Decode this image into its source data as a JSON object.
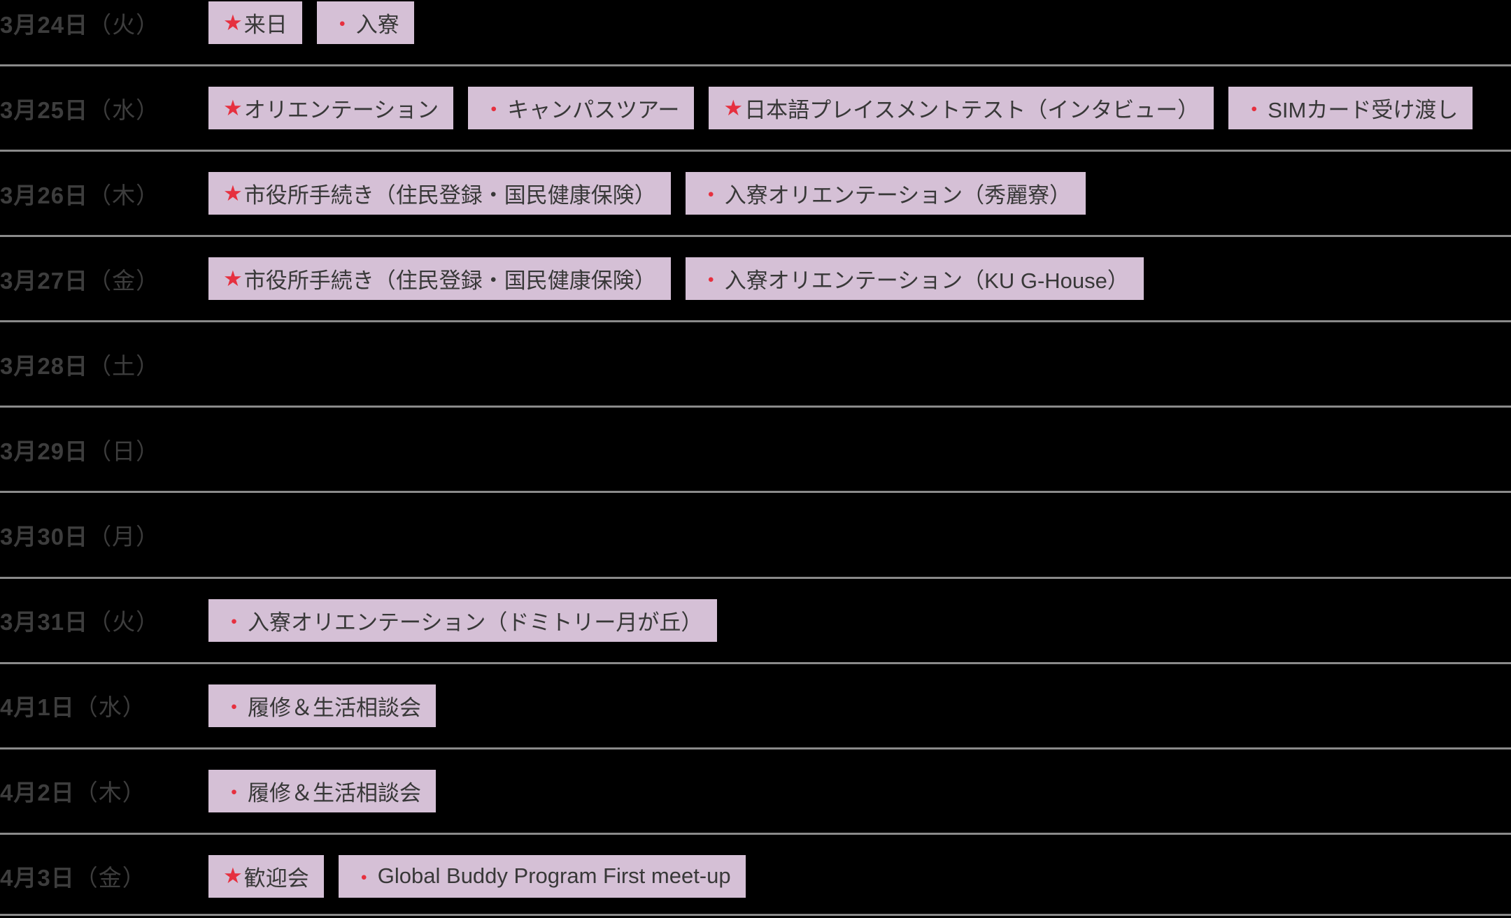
{
  "colors": {
    "background": "#000000",
    "badge_bg": "#d5c0d6",
    "marker_red": "#e6303f",
    "date_text": "#3d3d3d",
    "badge_text": "#383838",
    "divider": "#8a8a8a"
  },
  "rows": [
    {
      "date_day": "3月24日",
      "date_week": "（火）",
      "events": [
        {
          "marker": "★",
          "type": "star",
          "label": "来日"
        },
        {
          "marker": "・",
          "type": "dot",
          "label": "入寮"
        }
      ]
    },
    {
      "date_day": "3月25日",
      "date_week": "（水）",
      "events": [
        {
          "marker": "★",
          "type": "star",
          "label": "オリエンテーション"
        },
        {
          "marker": "・",
          "type": "dot",
          "label": "キャンパスツアー"
        },
        {
          "marker": "★",
          "type": "star",
          "label": "日本語プレイスメントテスト（インタビュー）"
        },
        {
          "marker": "・",
          "type": "dot",
          "label": "SIMカード受け渡し"
        }
      ]
    },
    {
      "date_day": "3月26日",
      "date_week": "（木）",
      "events": [
        {
          "marker": "★",
          "type": "star",
          "label": "市役所手続き（住民登録・国民健康保険）"
        },
        {
          "marker": "・",
          "type": "dot",
          "label": "入寮オリエンテーション（秀麗寮）"
        }
      ]
    },
    {
      "date_day": "3月27日",
      "date_week": "（金）",
      "events": [
        {
          "marker": "★",
          "type": "star",
          "label": "市役所手続き（住民登録・国民健康保険）"
        },
        {
          "marker": "・",
          "type": "dot",
          "label": "入寮オリエンテーション（KU G-House）"
        }
      ]
    },
    {
      "date_day": "3月28日",
      "date_week": "（土）",
      "events": []
    },
    {
      "date_day": "3月29日",
      "date_week": "（日）",
      "events": []
    },
    {
      "date_day": "3月30日",
      "date_week": "（月）",
      "events": []
    },
    {
      "date_day": "3月31日",
      "date_week": "（火）",
      "events": [
        {
          "marker": "・",
          "type": "dot",
          "label": "入寮オリエンテーション（ドミトリー月が丘）"
        }
      ]
    },
    {
      "date_day": "4月1日",
      "date_week": "（水）",
      "events": [
        {
          "marker": "・",
          "type": "dot",
          "label": "履修＆生活相談会"
        }
      ]
    },
    {
      "date_day": "4月2日",
      "date_week": "（木）",
      "events": [
        {
          "marker": "・",
          "type": "dot",
          "label": "履修＆生活相談会"
        }
      ]
    },
    {
      "date_day": "4月3日",
      "date_week": "（金）",
      "events": [
        {
          "marker": "★",
          "type": "star",
          "label": "歓迎会"
        },
        {
          "marker": "・",
          "type": "dot",
          "label": "Global Buddy Program First meet-up"
        }
      ]
    }
  ]
}
